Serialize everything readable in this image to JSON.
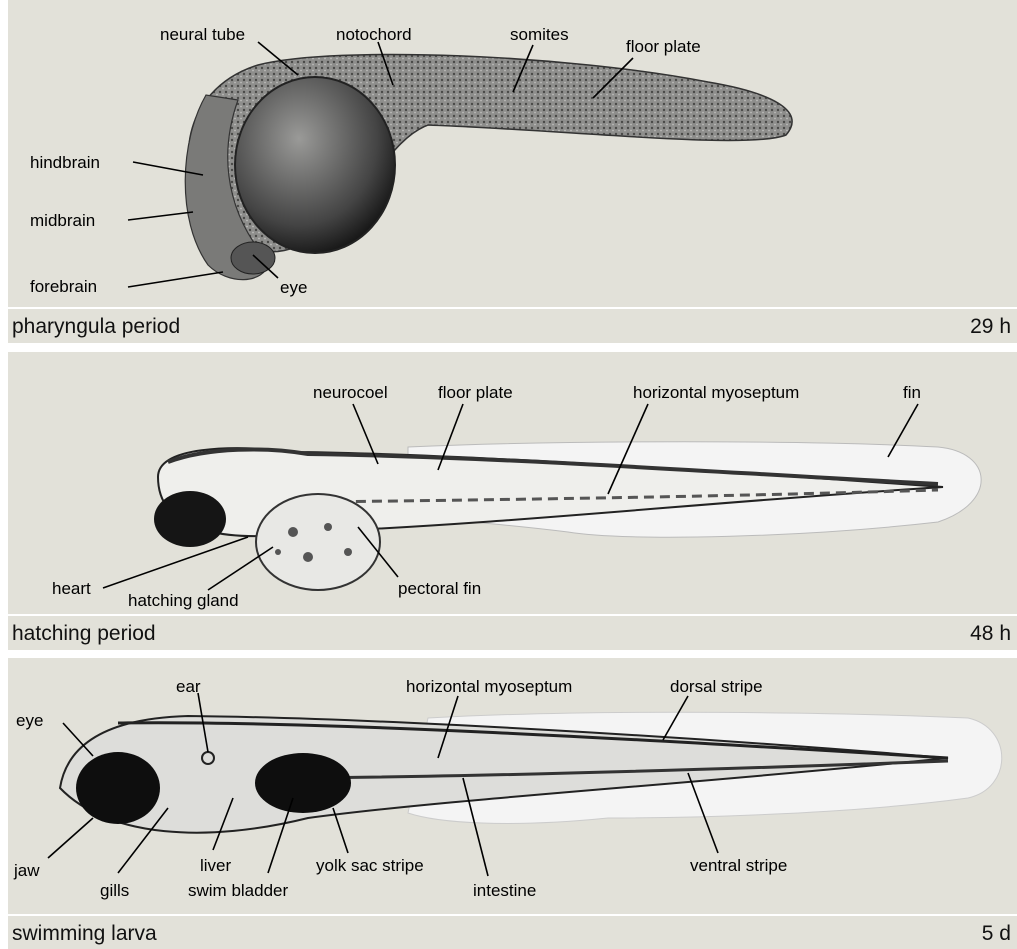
{
  "panels": [
    {
      "caption": "pharyngula period",
      "time": "29 h",
      "labels": [
        "neural tube",
        "notochord",
        "somites",
        "floor plate",
        "hindbrain",
        "midbrain",
        "forebrain",
        "eye"
      ]
    },
    {
      "caption": "hatching period",
      "time": "48 h",
      "labels": [
        "neurocoel",
        "floor plate",
        "horizontal myoseptum",
        "fin",
        "heart",
        "hatching gland",
        "pectoral fin"
      ]
    },
    {
      "caption": "swimming larva",
      "time": "5 d",
      "labels": [
        "eye",
        "ear",
        "horizontal myoseptum",
        "dorsal stripe",
        "jaw",
        "gills",
        "liver",
        "swim bladder",
        "yolk sac stripe",
        "intestine",
        "ventral stripe"
      ]
    }
  ]
}
